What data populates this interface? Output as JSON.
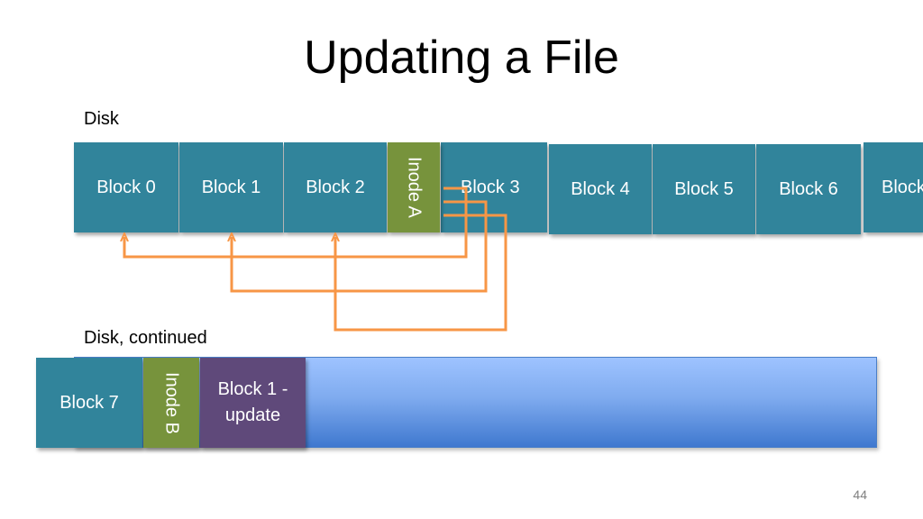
{
  "title": "Updating a File",
  "disk_label": "Disk",
  "disk_continued_label": "Disk, continued",
  "disk_row": {
    "blocks": [
      "Block 0",
      "Block 1",
      "Block 2",
      "Block 3",
      "Block 4",
      "Block 5",
      "Block 6",
      "Block"
    ],
    "inode": "Inode A"
  },
  "continued_row": {
    "block7": "Block 7",
    "inode": "Inode B",
    "update_line1": "Block 1 -",
    "update_line2": "update"
  },
  "page_number": "44",
  "colors": {
    "block": "#31849b",
    "inode": "#77933c",
    "update_block": "#5f497a",
    "arrow": "#f79646",
    "free_space": "#7fabef"
  }
}
